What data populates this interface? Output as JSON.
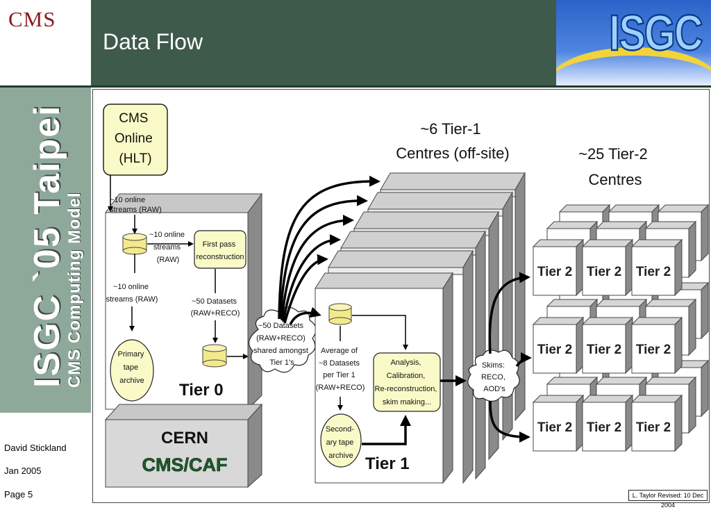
{
  "header": {
    "logo_text": "CMS",
    "title": "Data Flow",
    "right_logo_text": "ISGC"
  },
  "side": {
    "title": "ISGC `05 Taipei",
    "subtitle": "CMS Computing Model"
  },
  "footer": {
    "author": "David Stickland",
    "date": "Jan 2005",
    "page": "Page 5"
  },
  "diagram": {
    "cms_online": [
      "CMS",
      "Online",
      "(HLT)"
    ],
    "online_streams_1": [
      "~10 online",
      "streams (RAW)"
    ],
    "online_streams_2": [
      "~10 online",
      "streams",
      "(RAW)"
    ],
    "first_pass": [
      "First pass",
      "reconstruction"
    ],
    "online_streams_3": [
      "~10 online",
      "streams (RAW)"
    ],
    "datasets_50": [
      "~50 Datasets",
      "(RAW+RECO)"
    ],
    "primary_tape": [
      "Primary",
      "tape",
      "archive"
    ],
    "tier0_label": "Tier 0",
    "cern_label": "CERN",
    "caf_label": "CMS/CAF",
    "cloud_text": [
      "~50 Datasets",
      "(RAW+RECO)",
      "shared amongst",
      "Tier 1's"
    ],
    "tier1_header": [
      "~6 Tier-1",
      "Centres (off-site)"
    ],
    "tier1_avg": [
      "Average of",
      "~8 Datasets",
      "per Tier 1",
      "(RAW+RECO)"
    ],
    "analysis": [
      "Analysis,",
      "Calibration,",
      "Re-reconstruction,",
      "skim making..."
    ],
    "secondary_tape": [
      "Second-",
      "ary tape",
      "archive"
    ],
    "tier1_label": "Tier 1",
    "skims": [
      "Skims:",
      "RECO,",
      "AOD's"
    ],
    "tier2_header": [
      "~25 Tier-2",
      "Centres"
    ],
    "tier2_label": "Tier 2",
    "revised": "L. Taylor  Revised:  10 Dec 2004"
  }
}
